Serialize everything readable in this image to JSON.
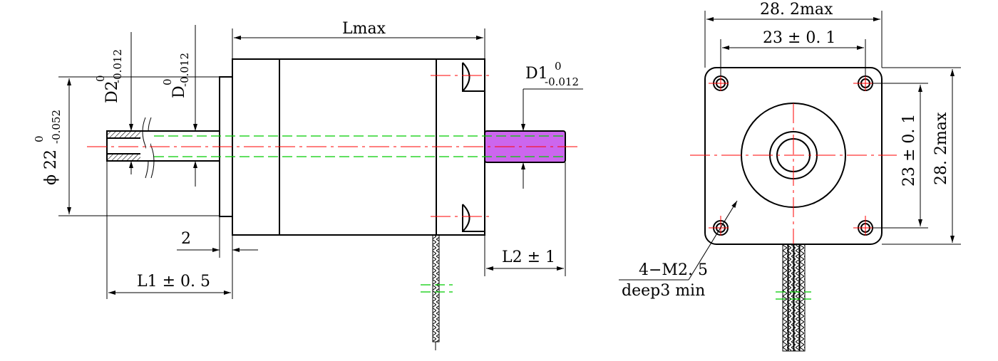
{
  "side_view": {
    "lmax": "Lmax",
    "d2_main": "D2",
    "d2_tol_upper": "0",
    "d2_tol_lower": "-0.012",
    "d_main": "D",
    "d_tol_upper": "0",
    "d_tol_lower": "-0.012",
    "d1_main": "D1",
    "d1_tol_upper": "0",
    "d1_tol_lower": "-0.012",
    "phi_main": "ϕ 22",
    "phi_tol_upper": "0",
    "phi_tol_lower": "-0.052",
    "dim_2": "2",
    "l1": "L1 ± 0. 5",
    "l2": "L2 ± 1"
  },
  "front_view": {
    "width_max": "28. 2max",
    "hole_pitch_h": "23 ± 0. 1",
    "hole_pitch_v": "23 ± 0. 1",
    "height_max": "28. 2max",
    "thread_spec": "4−M2. 5",
    "thread_depth": "deep3 min"
  },
  "colors": {
    "outline": "#000000",
    "centerline": "#ff0000",
    "hidden_line": "#00cc00",
    "shaft_highlight": "#cc66ee"
  }
}
